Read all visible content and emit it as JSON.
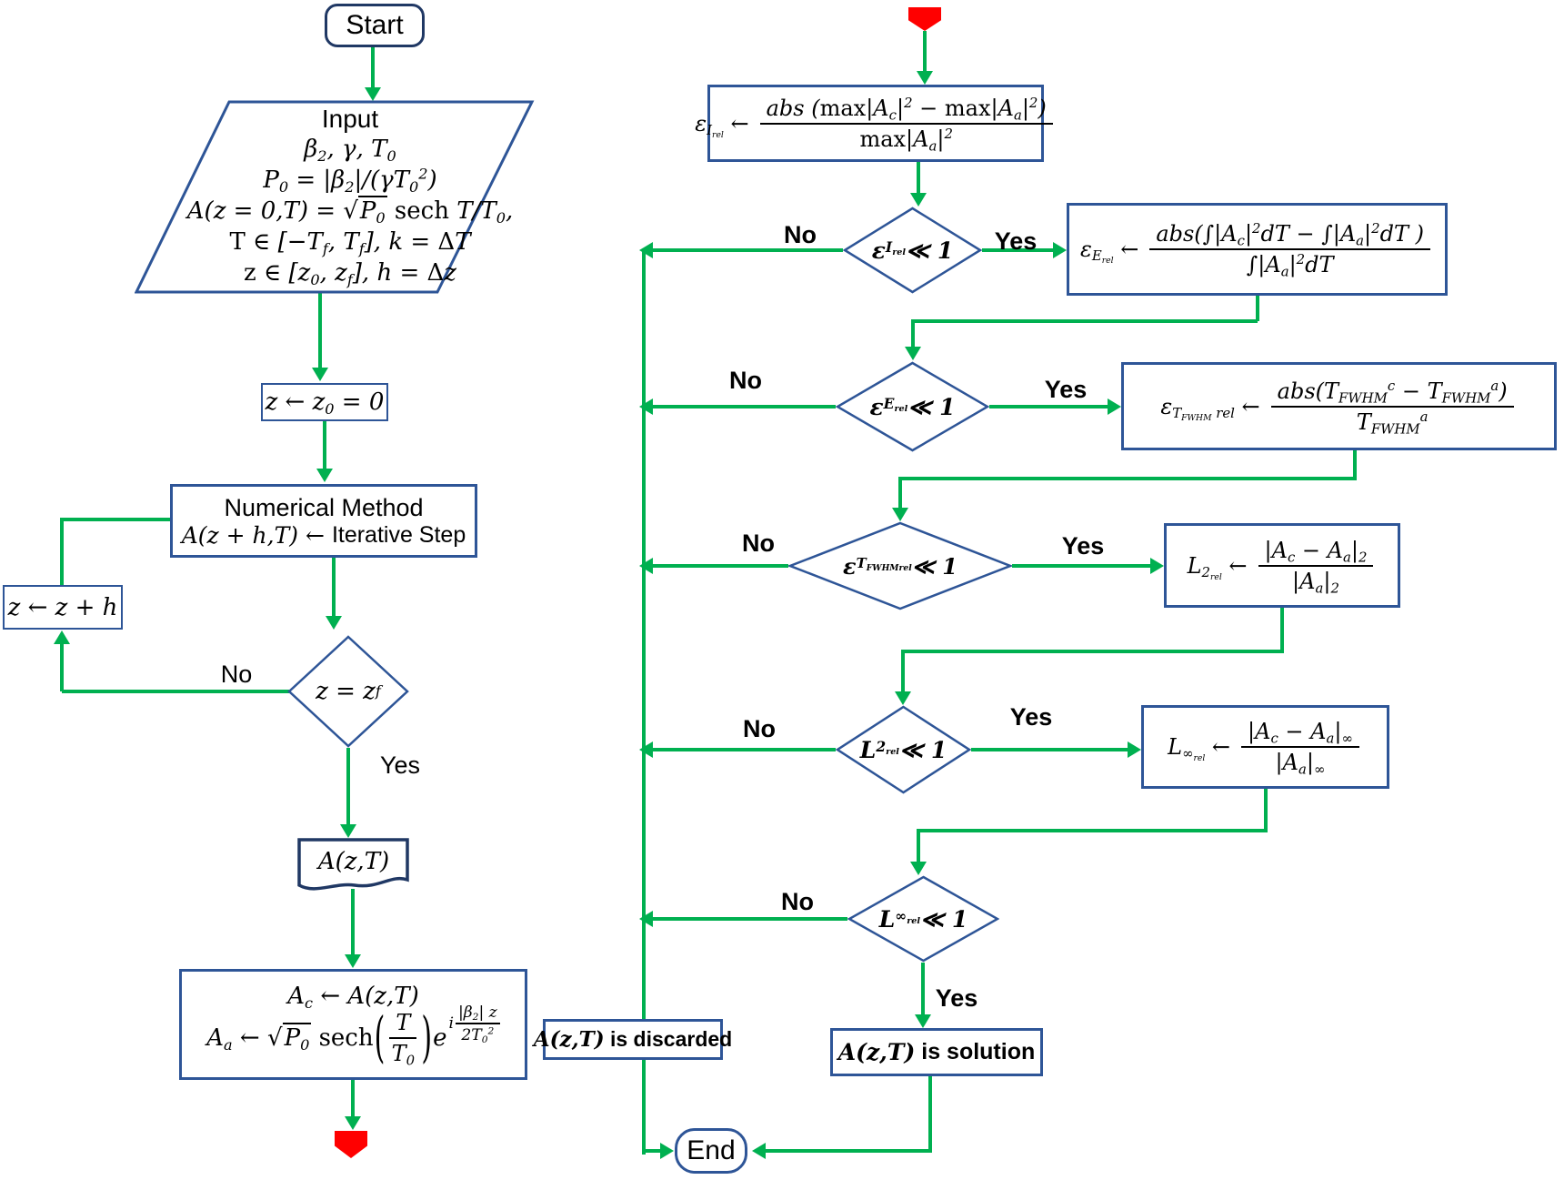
{
  "colors": {
    "flow_line_green": "#00B050",
    "shape_border_blue": "#2E5597",
    "terminal_border_navy": "#203864",
    "connector_red": "#FF0000",
    "text": "#000000",
    "background": "#FFFFFF"
  },
  "labels": {
    "no": "No",
    "yes": "Yes"
  },
  "left": {
    "start": "Start",
    "input": {
      "title": "Input",
      "lines": [
        "β_{2}, γ, T_{0}",
        "P_{0} = |β_{2}|/(γT_{0}^{2})",
        "A(z = 0,T) = √{P_{0}} @{sech} T/T_{0},",
        "@{T} ∈ [−T_{f}, T_{f}], k = @{Δ}T",
        "@{z} ∈ [z_{0}, z_{f}], h = @{Δ}z"
      ]
    },
    "z_init": "z ← z_{0} = 0",
    "numerical": {
      "line1": "Numerical Method",
      "line2_math": "A(z + h,T) ←",
      "line2_text": "Iterative Step"
    },
    "z_incr": "z ← z + h",
    "decision_zf": "z = z_{f}",
    "doc_output": "A(z,T)",
    "assign": {
      "line1": "A_{c} ← A(z,T)",
      "line2_pre": "A_{a} ← √{P_{0}} @{sech}",
      "frac_num": "T",
      "frac_den": "T_{0}",
      "e": "e",
      "exp_pre": "i",
      "exp_num": "|β_{2}| z",
      "exp_den": "2T_{0}^{2}"
    }
  },
  "right": {
    "box_intensity": {
      "lhs": "ε_{I_{rel}} ←",
      "num": "abs (@{max}|A_{c}|^{2} − @{max}|A_{a}|^{2})",
      "den": "@{max}|A_{a}|^{2}"
    },
    "dec_intensity": "ε_{I_{rel}} ≪ 1",
    "box_energy": {
      "lhs": "ε_{E_{rel}} ←",
      "num": "abs(∫|A_{c}|^{2}dT − ∫|A_{a}|^{2}dT )",
      "den": "∫|A_{a}|^{2}dT"
    },
    "dec_energy": "ε_{E_{rel}} ≪ 1",
    "box_fwhm": {
      "lhs": "ε_{T_{FWHM} rel} ←",
      "num": "abs(T_{FWHM}^{c} − T_{FWHM}^{a})",
      "den": "T_{FWHM}^{a}"
    },
    "dec_fwhm": "ε_{T_{FWHM}_{rel}} ≪ 1",
    "box_l2": {
      "lhs": "L_{2_{rel}} ←",
      "num": "|A_{c} − A_{a}|_{2}",
      "den": "|A_{a}|_{2}"
    },
    "dec_l2": "L_{2_{rel}} ≪ 1",
    "box_linf": {
      "lhs": "L_{∞_{rel}} ←",
      "num": "|A_{c} − A_{a}|_{∞}",
      "den": "|A_{a}|_{∞}"
    },
    "dec_linf": "L_{∞_{rel}} ≪ 1",
    "discarded_math": "A(z,T)",
    "discarded_text": " is discarded",
    "solution_math": "A(z,T)",
    "solution_text": " is solution",
    "end": "End"
  }
}
